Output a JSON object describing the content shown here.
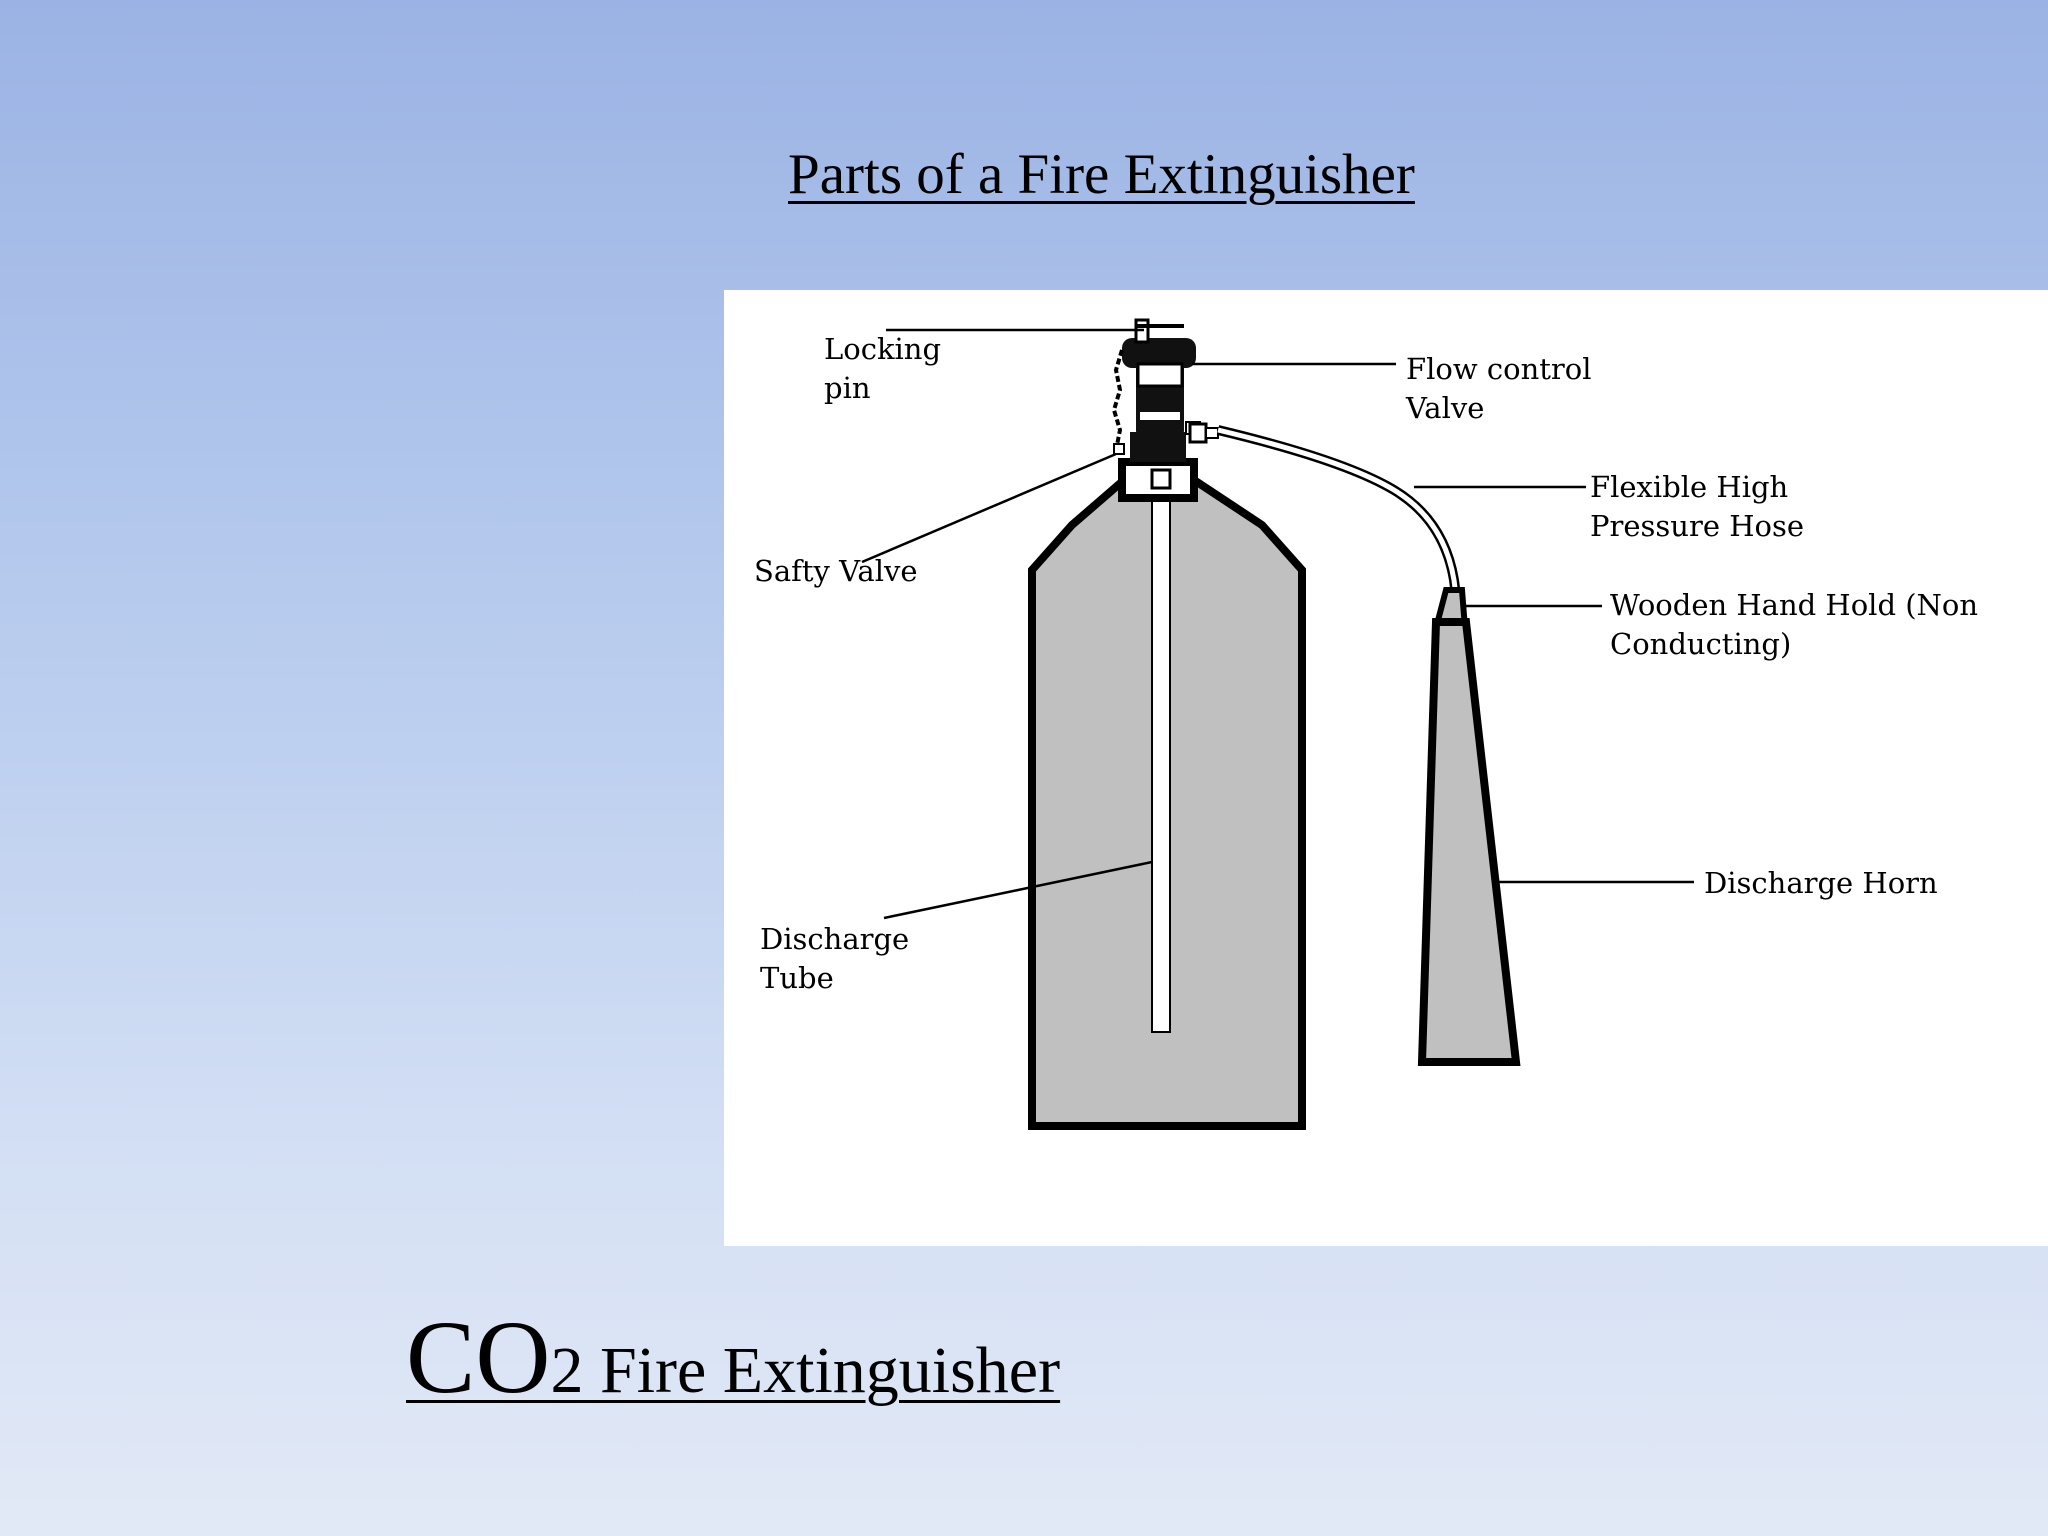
{
  "title": "Parts of a Fire Extinguisher",
  "diagram": {
    "labels": {
      "locking_pin": "Locking\npin",
      "flow_control_valve": "Flow control\nValve",
      "flexible_hose": "Flexible High\nPressure Hose",
      "wooden_hand_hold": "Wooden Hand Hold (Non\nConducting)",
      "safety_valve": "Safty Valve",
      "discharge_tube": "Discharge\nTube",
      "discharge_horn": "Discharge Horn"
    }
  },
  "caption": {
    "main": "CO",
    "rest": "2 Fire Extinguisher"
  },
  "colors": {
    "cylinder_fill": "#c0c0c0",
    "outline": "#000000",
    "diagram_bg": "#ffffff"
  }
}
